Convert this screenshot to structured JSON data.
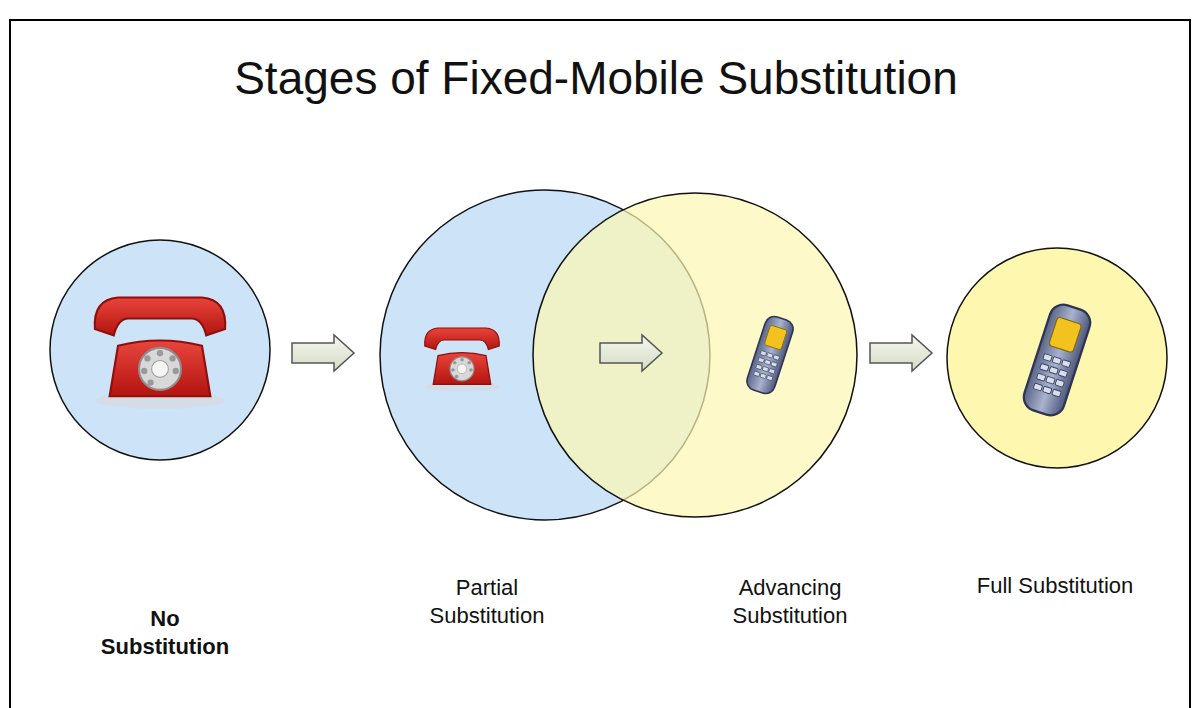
{
  "diagram": {
    "title": "Stages of Fixed-Mobile Substitution",
    "labels": [
      "No Substitution",
      "Partial Substitution",
      "Advancing Substitution",
      "Full Substitution"
    ]
  }
}
